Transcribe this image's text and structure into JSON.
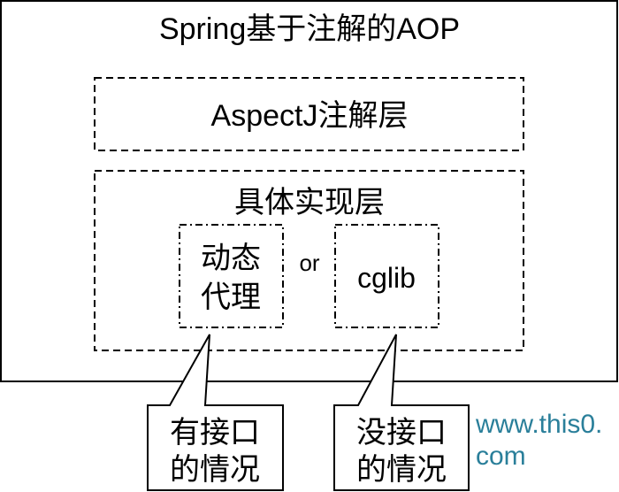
{
  "title": "Spring基于注解的AOP",
  "aspectj_layer": "AspectJ注解层",
  "impl_layer": {
    "label": "具体实现层",
    "dynamic_proxy": [
      "动态",
      "代理"
    ],
    "or": "or",
    "cglib": "cglib"
  },
  "callouts": {
    "with_interface": [
      "有接口",
      "的情况"
    ],
    "without_interface": [
      "没接口",
      "的情况"
    ]
  },
  "watermark": "www.this0.com",
  "colors": {
    "line": "#000000",
    "watermark": "#2a7f9a"
  }
}
